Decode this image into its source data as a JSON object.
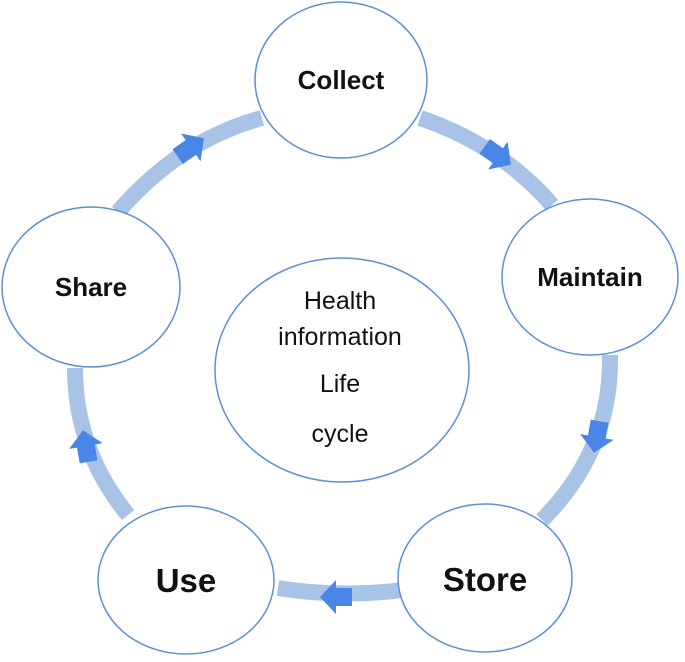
{
  "colors": {
    "ring": "#a9c3e6",
    "arrow": "#4a86e8",
    "node_stroke": "#5b8fd6",
    "node_fill": "#ffffff",
    "text": "#111111"
  },
  "nodes": [
    {
      "id": "collect",
      "label": "Collect"
    },
    {
      "id": "maintain",
      "label": "Maintain"
    },
    {
      "id": "store",
      "label": "Store"
    },
    {
      "id": "use",
      "label": "Use"
    },
    {
      "id": "share",
      "label": "Share"
    }
  ],
  "center": {
    "lines": [
      "Health",
      "information",
      "Life",
      "cycle"
    ]
  }
}
